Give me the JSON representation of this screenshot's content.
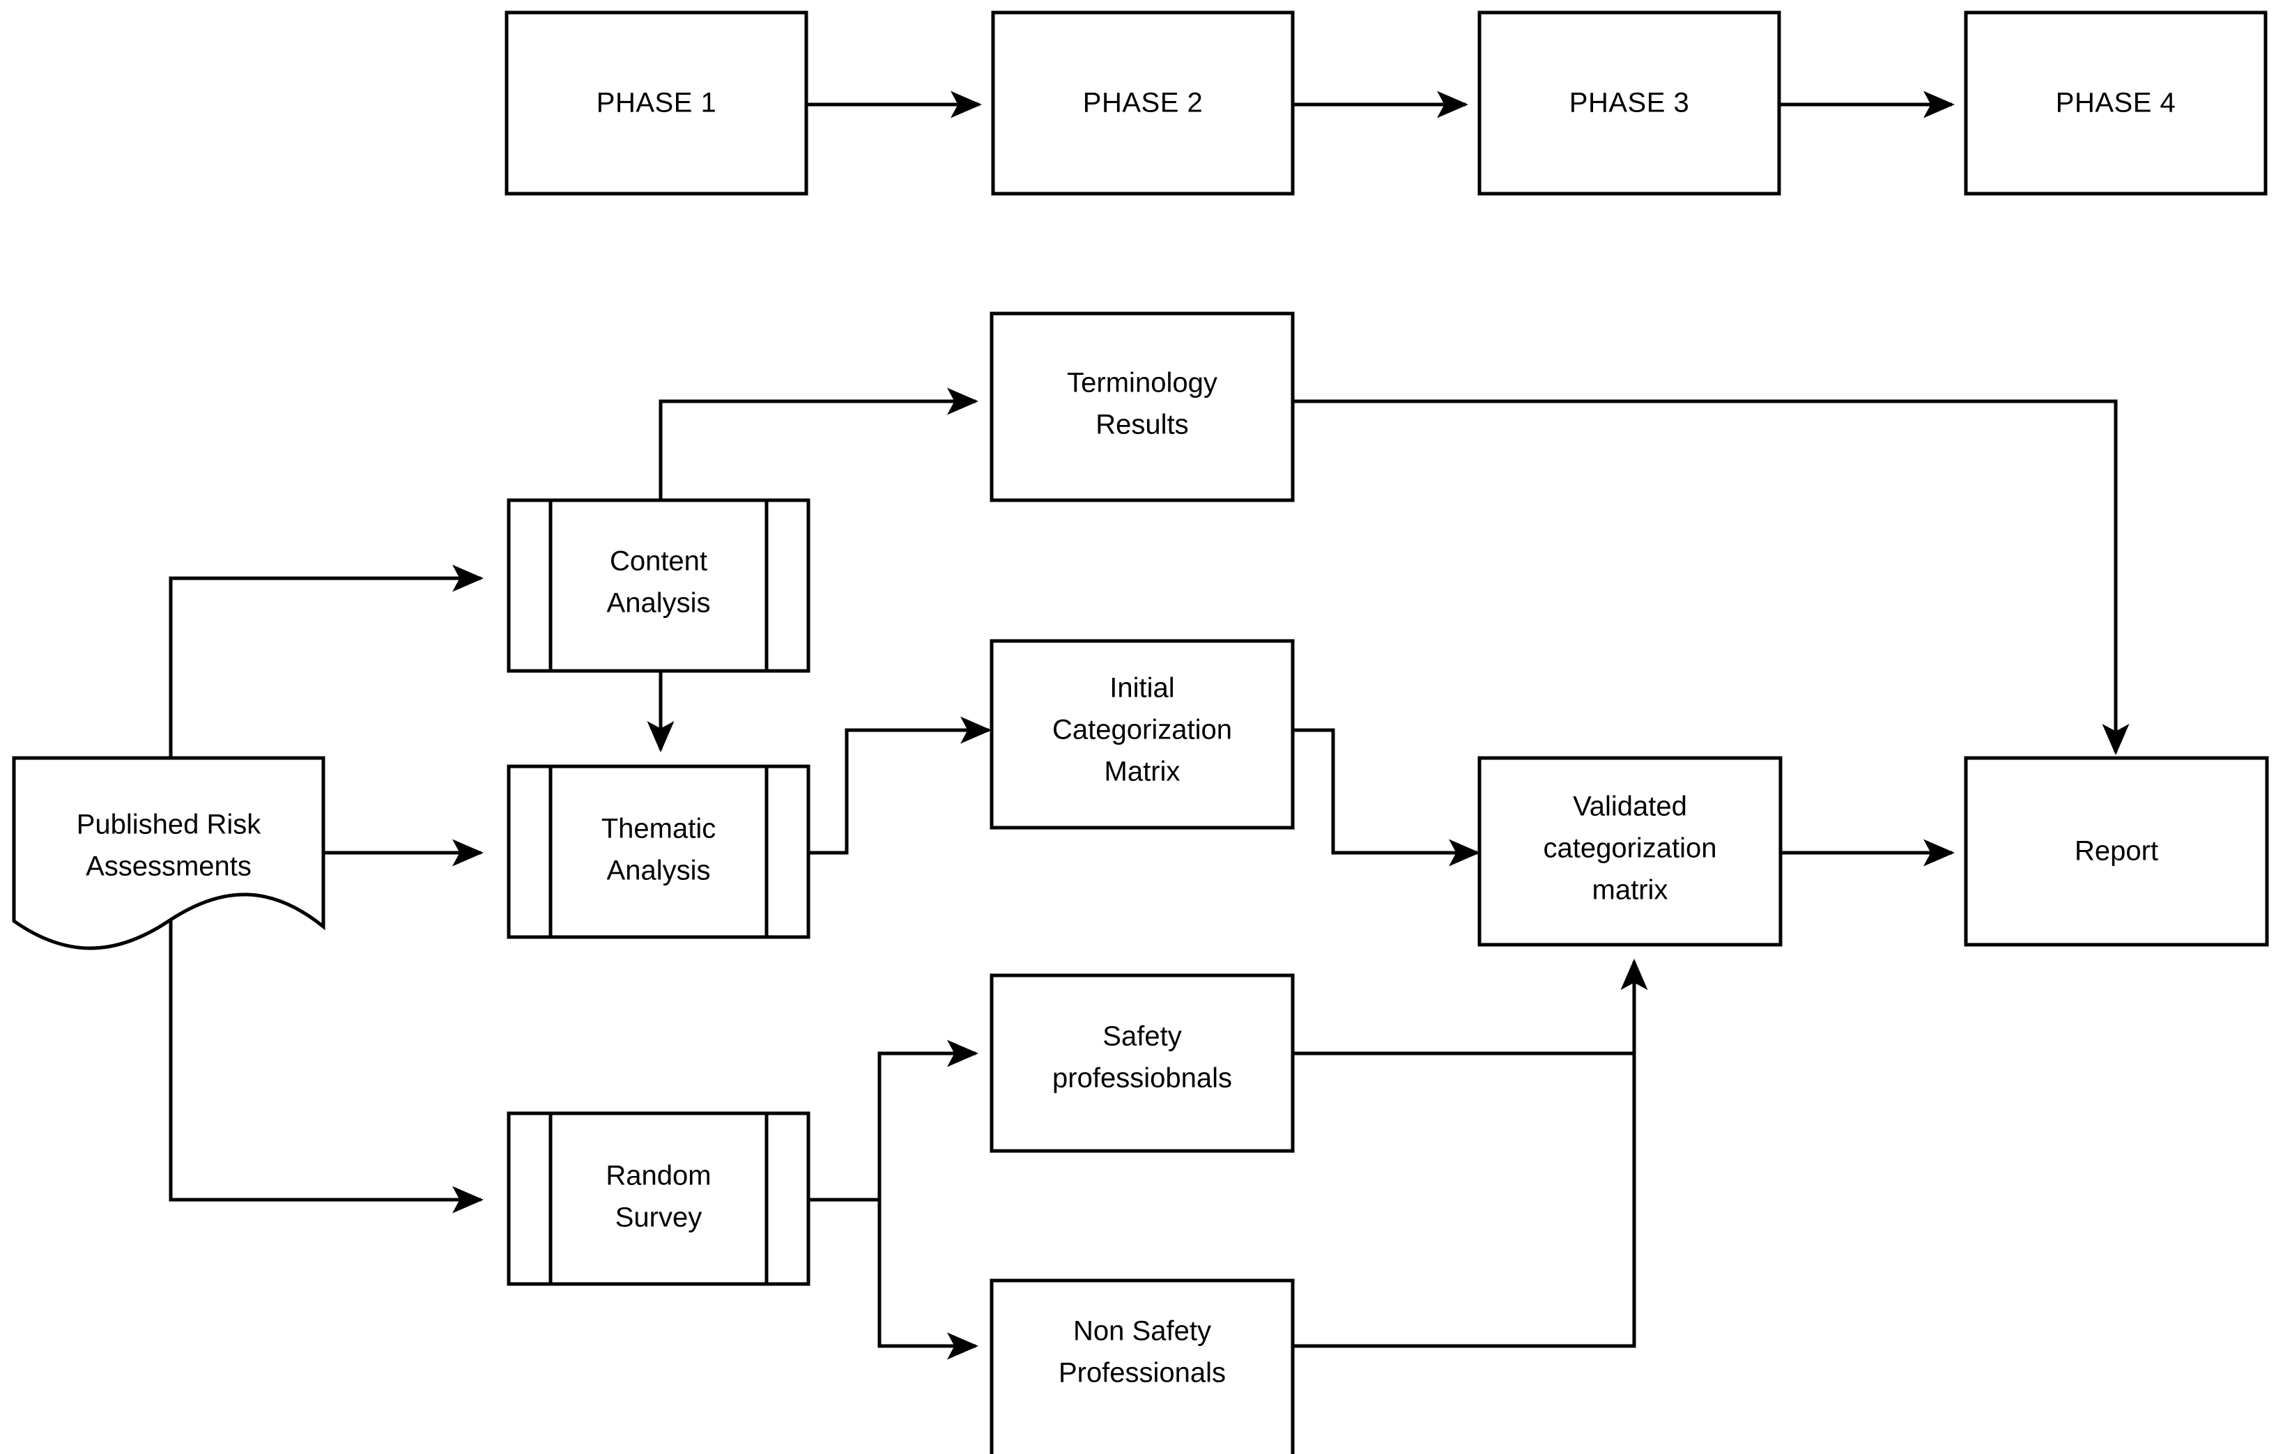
{
  "diagram": {
    "type": "flowchart",
    "title": "",
    "background_color": "#ffffff",
    "line_color": "#000000",
    "text_color": "#000000"
  },
  "phase_row": {
    "nodes": [
      {
        "id": "phase1",
        "label": "PHASE 1",
        "shape": "rectangle"
      },
      {
        "id": "phase2",
        "label": "PHASE 2",
        "shape": "rectangle"
      },
      {
        "id": "phase3",
        "label": "PHASE 3",
        "shape": "rectangle"
      },
      {
        "id": "phase4",
        "label": "PHASE 4",
        "shape": "rectangle"
      }
    ]
  },
  "process_nodes": {
    "source": {
      "id": "published-risk-assessments",
      "shape": "document",
      "line1": "Published Risk",
      "line2": "Assessments"
    },
    "content_analysis": {
      "id": "content-analysis",
      "shape": "predefined-process",
      "line1": "Content",
      "line2": "Analysis"
    },
    "thematic_analysis": {
      "id": "thematic-analysis",
      "shape": "predefined-process",
      "line1": "Thematic",
      "line2": "Analysis"
    },
    "random_survey": {
      "id": "random-survey",
      "shape": "predefined-process",
      "line1": "Random",
      "line2": "Survey"
    },
    "terminology_results": {
      "id": "terminology-results",
      "shape": "rectangle",
      "line1": "Terminology",
      "line2": "Results"
    },
    "initial_categorization_matrix": {
      "id": "initial-categorization-matrix",
      "shape": "rectangle",
      "line1": "Initial",
      "line2": "Categorization",
      "line3": "Matrix"
    },
    "safety_professionals": {
      "id": "safety-professionals",
      "shape": "rectangle",
      "line1": "Safety",
      "line2": "professiobnals"
    },
    "non_safety_professionals": {
      "id": "non-safety-professionals",
      "shape": "rectangle",
      "line1": "Non Safety",
      "line2": "Professionals"
    },
    "validated_categorization_matrix": {
      "id": "validated-categorization-matrix",
      "shape": "rectangle",
      "line1": "Validated",
      "line2": "categorization",
      "line3": "matrix"
    },
    "report": {
      "id": "report",
      "shape": "rectangle",
      "line1": "Report"
    }
  },
  "edges": [
    {
      "from": "phase1",
      "to": "phase2",
      "arrow": true
    },
    {
      "from": "phase2",
      "to": "phase3",
      "arrow": true
    },
    {
      "from": "phase3",
      "to": "phase4",
      "arrow": true
    },
    {
      "from": "published-risk-assessments",
      "to": "content-analysis",
      "arrow": true
    },
    {
      "from": "published-risk-assessments",
      "to": "thematic-analysis",
      "arrow": true
    },
    {
      "from": "published-risk-assessments",
      "to": "random-survey",
      "arrow": true
    },
    {
      "from": "content-analysis",
      "to": "terminology-results",
      "arrow": true
    },
    {
      "from": "content-analysis",
      "to": "thematic-analysis",
      "arrow": true
    },
    {
      "from": "thematic-analysis",
      "to": "initial-categorization-matrix",
      "arrow": true
    },
    {
      "from": "terminology-results",
      "to": "report",
      "arrow": true
    },
    {
      "from": "initial-categorization-matrix",
      "to": "validated-categorization-matrix",
      "arrow": true
    },
    {
      "from": "random-survey",
      "to": "safety-professionals",
      "arrow": true
    },
    {
      "from": "random-survey",
      "to": "non-safety-professionals",
      "arrow": true
    },
    {
      "from": "safety-professionals",
      "to": "validated-categorization-matrix",
      "arrow": true
    },
    {
      "from": "non-safety-professionals",
      "to": "validated-categorization-matrix",
      "arrow": true
    },
    {
      "from": "validated-categorization-matrix",
      "to": "report",
      "arrow": true
    }
  ]
}
